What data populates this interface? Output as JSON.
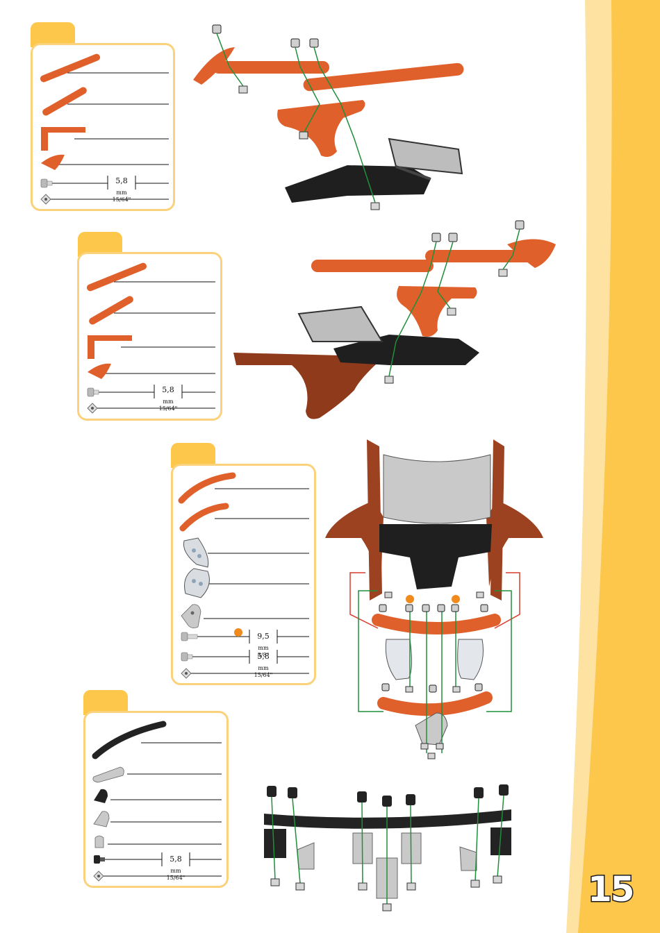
{
  "page": {
    "number": "15"
  },
  "colors": {
    "band": "#fcc74a",
    "band_light": "#fde2a1",
    "part_orange": "#e0602c",
    "part_dark_orange": "#8e3a1b",
    "part_black": "#232323",
    "part_silver": "#c9c9c9",
    "guide_green": "#1f8f3a",
    "guide_red": "#d83b2b",
    "bullet_orange": "#f08a1d"
  },
  "steps": [
    {
      "id": "step-a",
      "parts": [
        "long-orange-strip",
        "short-orange-strip",
        "orange-corner-plate",
        "orange-quarter-plate",
        "screw",
        "square-nut"
      ],
      "screw_measure": {
        "mm": "5,8",
        "unit": "mm",
        "inch": "15/64\""
      }
    },
    {
      "id": "step-b",
      "parts": [
        "long-orange-strip",
        "short-orange-strip",
        "orange-corner-plate",
        "orange-quarter-plate",
        "screw",
        "square-nut"
      ],
      "screw_measure": {
        "mm": "5,8",
        "unit": "mm",
        "inch": "15/64\""
      }
    },
    {
      "id": "step-c",
      "parts": [
        "curved-orange-strip",
        "curved-orange-strip",
        "headlight-left",
        "headlight-right",
        "triangle-plate",
        "long-screw",
        "screw",
        "square-nut"
      ],
      "long_screw_measure": {
        "mm": "9,5",
        "unit": "mm",
        "inch": "3/8\""
      },
      "screw_measure": {
        "mm": "5,8",
        "unit": "mm",
        "inch": "15/64\""
      }
    },
    {
      "id": "step-d",
      "parts": [
        "curved-black-strip",
        "silver-double-bracket",
        "black-angle-bracket",
        "silver-angle-bracket",
        "small-silver-bracket",
        "black-screw",
        "square-nut"
      ],
      "screw_measure": {
        "mm": "5,8",
        "unit": "mm",
        "inch": "15/64\""
      }
    }
  ]
}
